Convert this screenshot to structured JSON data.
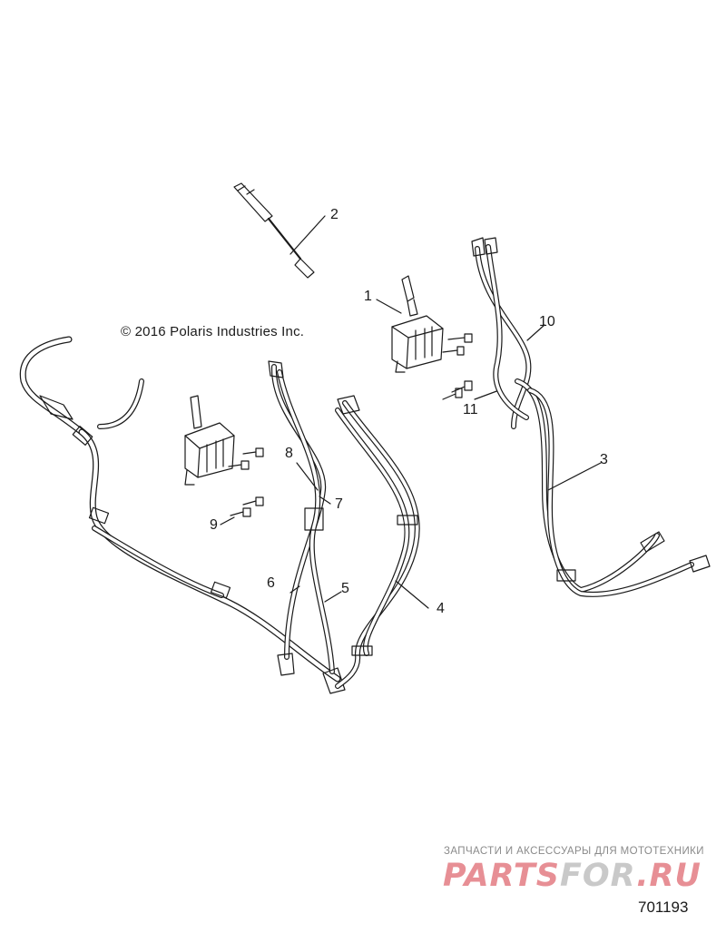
{
  "copyright": "© 2016 Polaris Industries Inc.",
  "callouts": [
    "1",
    "2",
    "3",
    "4",
    "5",
    "6",
    "7",
    "8",
    "9",
    "10",
    "11"
  ],
  "watermark": {
    "caption": "ЗАПЧАСТИ И АКСЕССУАРЫ ДЛЯ МОТОТЕХНИКИ",
    "logo_part1": "PARTS",
    "logo_part2": "FOR",
    "logo_part3": ".RU"
  },
  "figure_number": "701193",
  "colors": {
    "line": "#1a1a1a",
    "watermark_red": "#e78f95",
    "watermark_grey": "#c9c9c9"
  }
}
